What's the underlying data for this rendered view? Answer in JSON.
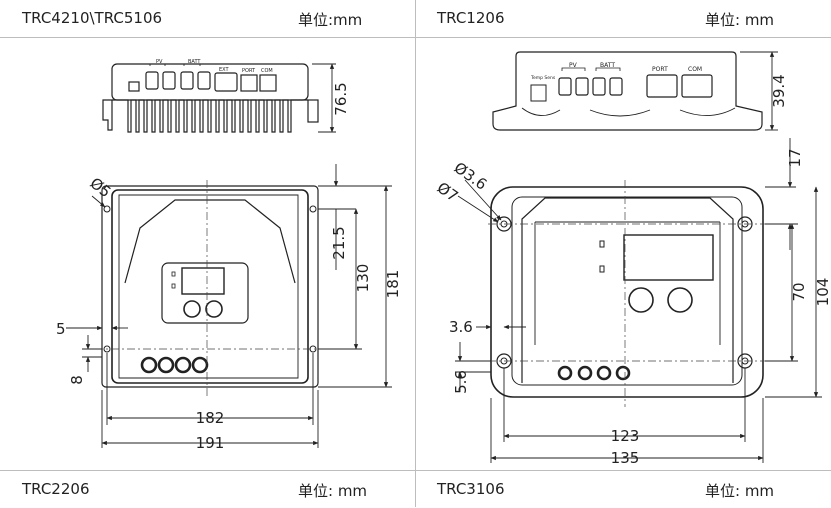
{
  "header": {
    "left": {
      "model": "TRC4210\\TRC5106",
      "unit": "单位:mm"
    },
    "right": {
      "model": "TRC1206",
      "unit": "单位:  mm"
    }
  },
  "footer": {
    "left": {
      "model": "TRC2206",
      "unit": "单位:  mm"
    },
    "right": {
      "model": "TRC3106",
      "unit": "单位:  mm"
    }
  },
  "left_drawing": {
    "panel_labels": [
      "PV",
      "BATT",
      "EXT",
      "PORT",
      "COM"
    ],
    "dimensions": {
      "height_side": "76.5",
      "hole": "Ø5",
      "top_offset": "21.5",
      "hole_pitch_v": "130",
      "total_height": "181",
      "side_offset": "5",
      "bottom_offset": "8",
      "hole_pitch_h": "182",
      "total_width": "191"
    }
  },
  "right_drawing": {
    "panel_labels": [
      "Temp Sens",
      "PV",
      "BATT",
      "PORT",
      "COM"
    ],
    "dimensions": {
      "height_side": "39.4",
      "hole_small": "Ø3.6",
      "hole_large": "Ø7",
      "top_offset": "17",
      "hole_pitch_v": "70",
      "total_height": "104",
      "side_offset": "3.6",
      "bottom_offset": "5.6",
      "hole_pitch_h": "123",
      "total_width": "135"
    }
  }
}
